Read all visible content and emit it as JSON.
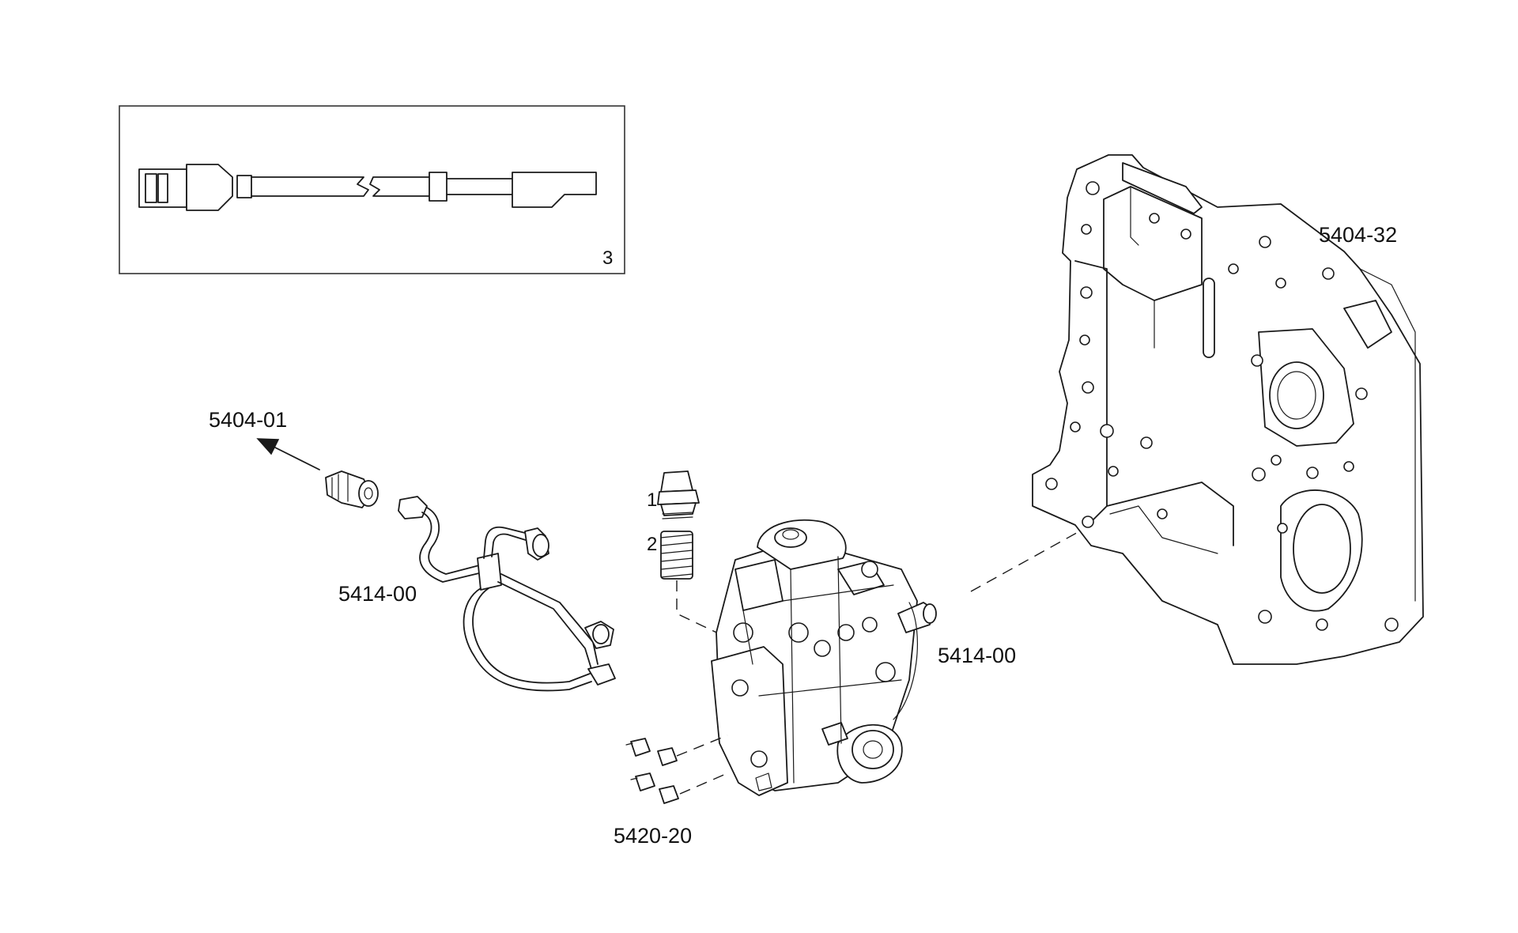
{
  "diagram": {
    "callouts": {
      "inset_item": "3",
      "speed_sensor_ref": "5404-01",
      "gear_housing": "5404-32",
      "pipe_left": "5414-00",
      "pipe_right": "5414-00",
      "injection_pump": "5420-20",
      "item_1": "1",
      "item_2": "2"
    }
  }
}
